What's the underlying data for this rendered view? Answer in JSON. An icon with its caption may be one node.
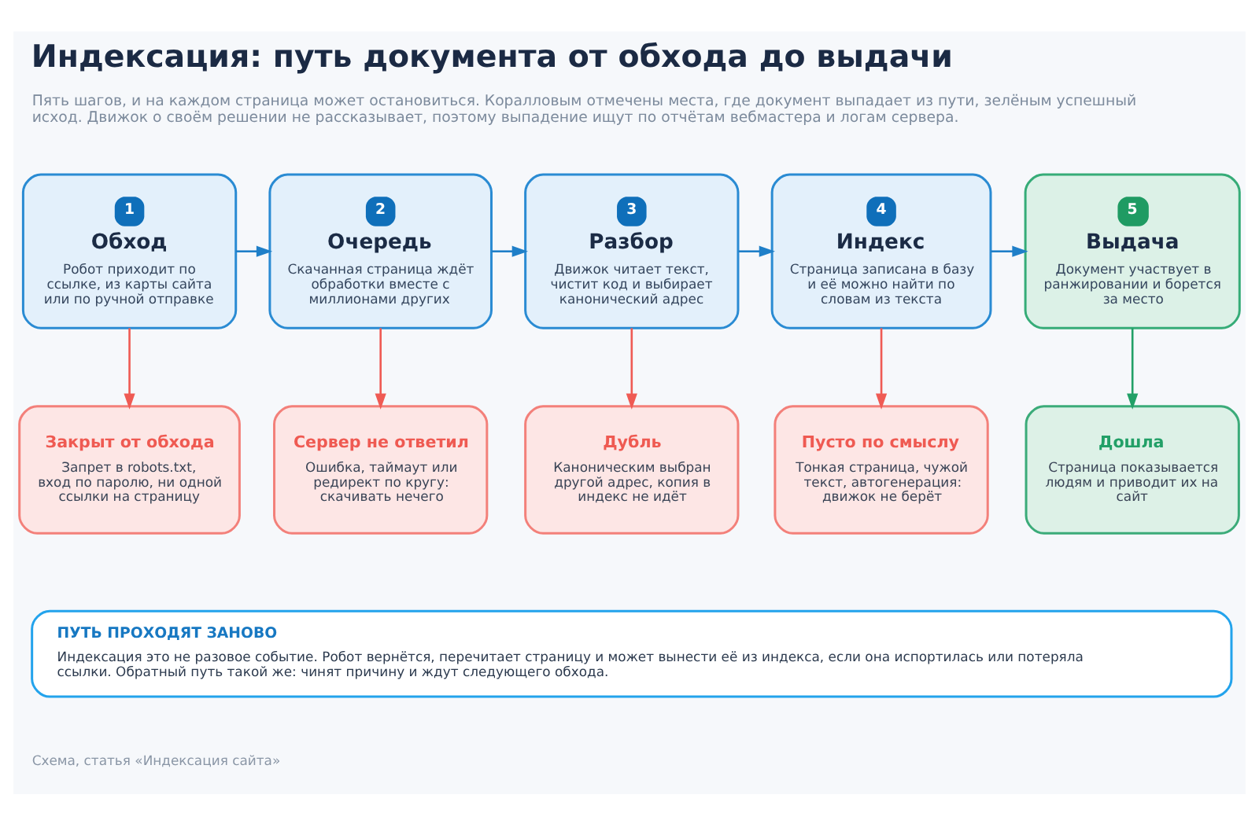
{
  "diagram": {
    "title": "Индексация: путь документа от обхода до выдачи",
    "nodes": [
      {
        "text": [
          "1",
          "Обход",
          "Робот приходит по ссылке, из карты сайта или по ручной отправке"
        ]
      },
      {
        "text": [
          "2",
          "Очередь",
          "Скачанная страница ждёт обработки вместе с миллионами других"
        ]
      },
      {
        "text": [
          "3",
          "Разбор",
          "Движок читает текст, чистит код и выбирает канонический адрес"
        ]
      },
      {
        "text": [
          "4",
          "Индекс",
          "Страница записана в базу и её можно найти по словам из текста"
        ]
      },
      {
        "text": [
          "5",
          "Выдача",
          "Документ участвует в ранжировании и борется за место"
        ]
      },
      {
        "text": [
          "Закрыт от обхода",
          "Запрет в robots.txt, вход по паролю, ни одной ссылки на страницу"
        ]
      },
      {
        "text": [
          "Сервер не ответил",
          "Ошибка, таймаут или редирект по кругу: скачивать нечего"
        ]
      },
      {
        "text": [
          "Дубль",
          "Каноническим выбран другой адрес, копия в индекс не идёт"
        ]
      },
      {
        "text": [
          "Пусто по смыслу",
          "Тонкая страница, чужой текст, автогенерация: движок не берёт"
        ]
      },
      {
        "text": [
          "Дошла",
          "Страница показывается людям и приводит их на сайт"
        ]
      },
      {
        "text": [
          "ПУТЬ ПРОХОДЯТ ЗАНОВО",
          "Индексация это не разовое событие. Робот вернётся, перечитает страницу и может вынести её из индекса, если она испортилась или потеряла ссылки. Обратный путь такой же: чинят причину и ждут следующего обхода."
        ]
      }
    ],
    "edges": [
      {
        "from": 0,
        "to": 1,
        "arrow": "to"
      },
      {
        "from": 1,
        "to": 2,
        "arrow": "to"
      },
      {
        "from": 2,
        "to": 3,
        "arrow": "to"
      },
      {
        "from": 3,
        "to": 4,
        "arrow": "to"
      },
      {
        "from": 0,
        "to": 5,
        "arrow": "to",
        "color": "#ef5b54"
      },
      {
        "from": 1,
        "to": 6,
        "arrow": "to",
        "color": "#ef5b54"
      },
      {
        "from": 2,
        "to": 7,
        "arrow": "to",
        "color": "#ef5b54"
      },
      {
        "from": 3,
        "to": 8,
        "arrow": "to",
        "color": "#ef5b54"
      },
      {
        "from": 4,
        "to": 9,
        "arrow": "to",
        "color": "#22a067"
      }
    ],
    "labels": [
      "Пять шагов, и на каждом страница может остановиться. Коралловым отмечены места, где документ выпадает из пути, зелёным успешный исход. Движок о своём решении не рассказывает, поэтому выпадение ищут по отчётам вебмастера и логам сервера.",
      "Схема, статья «Индексация сайта»"
    ]
  }
}
